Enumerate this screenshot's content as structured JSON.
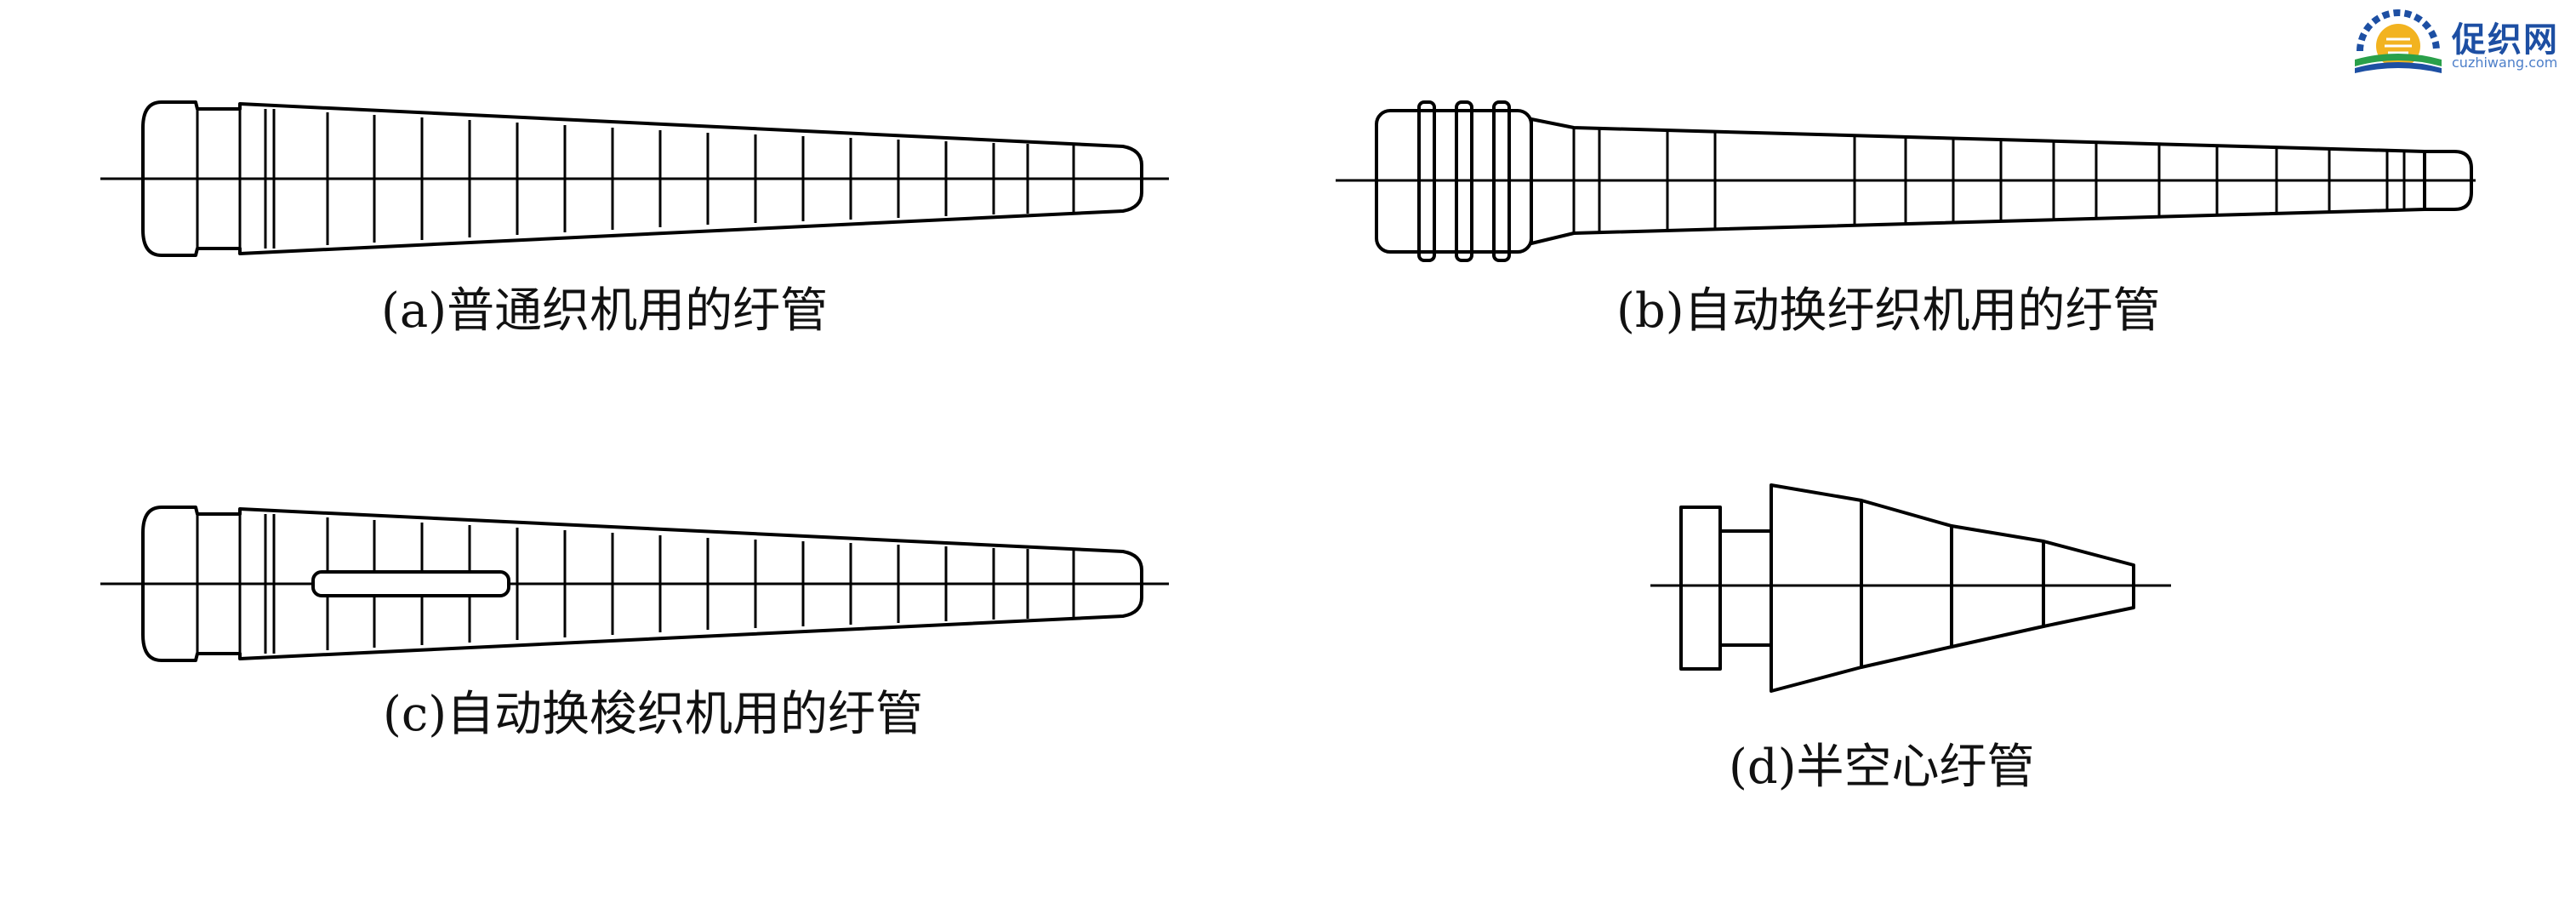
{
  "captions": {
    "a": "(a)普通织机用的纡管",
    "b": "(b)自动换纡织机用的纡管",
    "c": "(c)自动换梭织机用的纡管",
    "d": "(d)半空心纡管"
  },
  "logo": {
    "title": "促织网",
    "url": "cuzhiwang.com"
  },
  "colors": {
    "line": "#000000",
    "logo_blue": "#1d4fa3",
    "logo_green": "#2aa04a",
    "logo_yellow": "#f2b320"
  }
}
